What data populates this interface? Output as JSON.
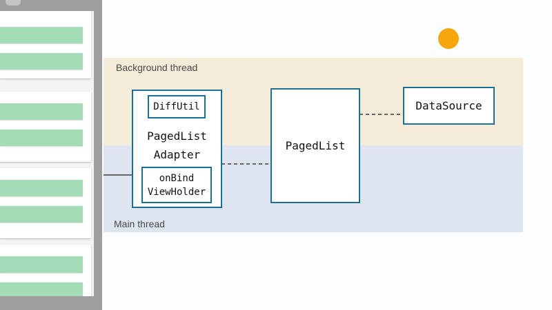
{
  "bands": {
    "background": {
      "label": "Background thread",
      "color": "#f4ecd9"
    },
    "main": {
      "label": "Main thread",
      "color": "#dfe5f0"
    }
  },
  "components": {
    "adapter": {
      "title": "PagedList\nAdapter"
    },
    "diffutil": {
      "label": "DiffUtil"
    },
    "onbind": {
      "label": "onBind\nViewHolder"
    },
    "pagedlist": {
      "label": "PagedList"
    },
    "datasource": {
      "label": "DataSource"
    }
  },
  "colors": {
    "box_border": "#1a7094",
    "connector": "#666666",
    "indicator_dot": "#f5a70d",
    "list_item_bar": "#a4dcb8"
  },
  "phone": {
    "visible_cards": 4,
    "bars_per_card": 2
  }
}
